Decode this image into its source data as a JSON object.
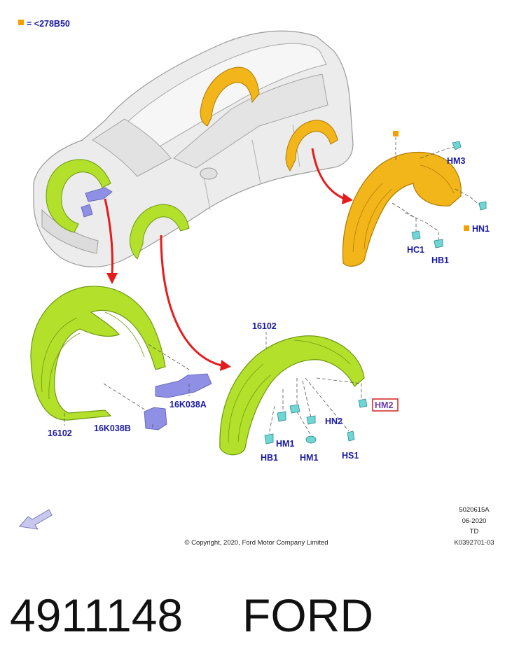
{
  "legend": {
    "swatch_color": "#f5a000",
    "text": "= <278B50"
  },
  "colors": {
    "body": "#ececec",
    "body_stroke": "#9a9a9a",
    "green_part": "#b3e02a",
    "green_dark": "#6d9a10",
    "yellow_part": "#f2b61a",
    "yellow_dark": "#b07a00",
    "blue_part": "#8f8fe6",
    "clip": "#6fd6d6",
    "callout_text": "#1a1aa0",
    "arrow_red": "#e51c1c",
    "hm2_box": "#d42020"
  },
  "callouts": {
    "hm3": "HM3",
    "hn1": "HN1",
    "hc1": "HC1",
    "hb1_rear": "HB1",
    "p16102_front_left": "16102",
    "p16102_front_right": "16102",
    "p16k038a": "16K038A",
    "p16k038b": "16K038B",
    "hm2": "HM2",
    "hn2": "HN2",
    "hm1_a": "HM1",
    "hm1_b": "HM1",
    "hb1_front": "HB1",
    "hs1": "HS1"
  },
  "metadata": {
    "ref": "5020615A",
    "date": "06-2020",
    "code": "TD",
    "illustration": "K0392701-03",
    "copyright": "© Copyright, 2020, Ford Motor Company Limited"
  },
  "part_number": "4911148",
  "brand": "FORD"
}
